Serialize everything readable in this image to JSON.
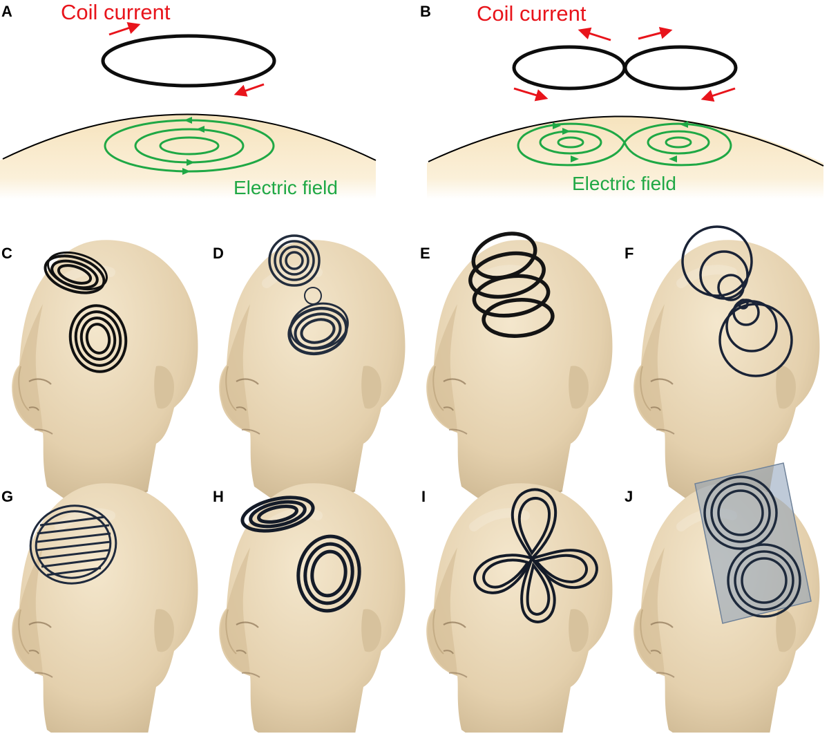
{
  "panels": {
    "A": "A",
    "B": "B",
    "C": "C",
    "D": "D",
    "E": "E",
    "F": "F",
    "G": "G",
    "H": "H",
    "I": "I",
    "J": "J"
  },
  "labels": {
    "coil_current": "Coil current",
    "electric_field": "Electric field"
  },
  "colors": {
    "coil": "#0d0d0d",
    "current_arrow": "#e8141b",
    "field": "#1fa845",
    "scalp_fill": "#f8e6c0",
    "head_skin": "#e9d8b9",
    "head_shadow": "#c9b48f",
    "coil_navy": "#17243a",
    "plate": "#8a9fb8"
  },
  "head_icons": {
    "C": "figure-8-coil-on-head-icon",
    "D": "double-cone-coil-icon",
    "E": "h-coil-icon",
    "F": "cloverleaf-coil-icon",
    "G": "striped-circular-coil-icon",
    "H": "angled-figure-8-coil-icon",
    "I": "four-leaf-coil-icon",
    "J": "flat-figure-8-plate-coil-icon"
  }
}
